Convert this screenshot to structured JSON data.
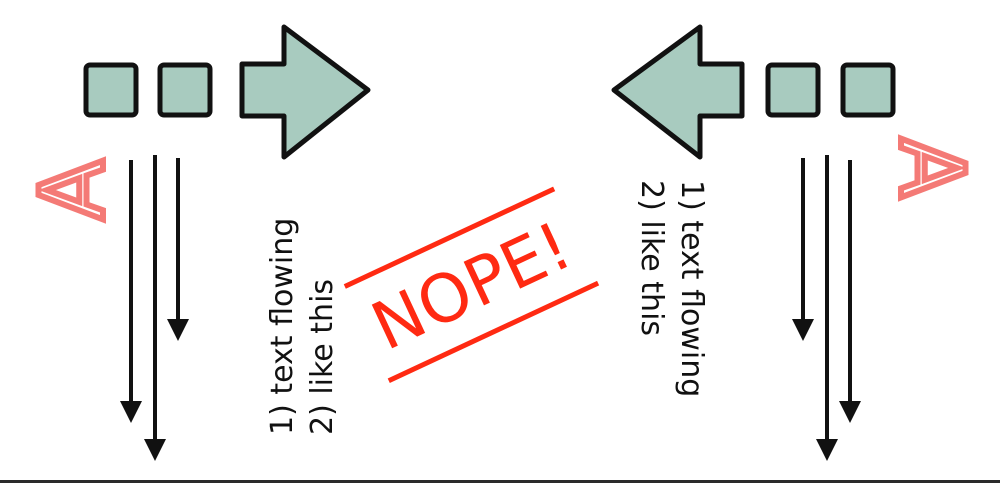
{
  "colors": {
    "block_fill": "#a8cbbf",
    "outline": "#111111",
    "accent_a": "#f47a76",
    "nope_red": "#ff2a12"
  },
  "left": {
    "letter": "A",
    "lines": [
      "1) text flowing",
      "2) like this"
    ]
  },
  "right": {
    "letter": "A",
    "lines": [
      "1) text flowing",
      "2) like this"
    ]
  },
  "stamp": {
    "text": "NOPE!"
  }
}
